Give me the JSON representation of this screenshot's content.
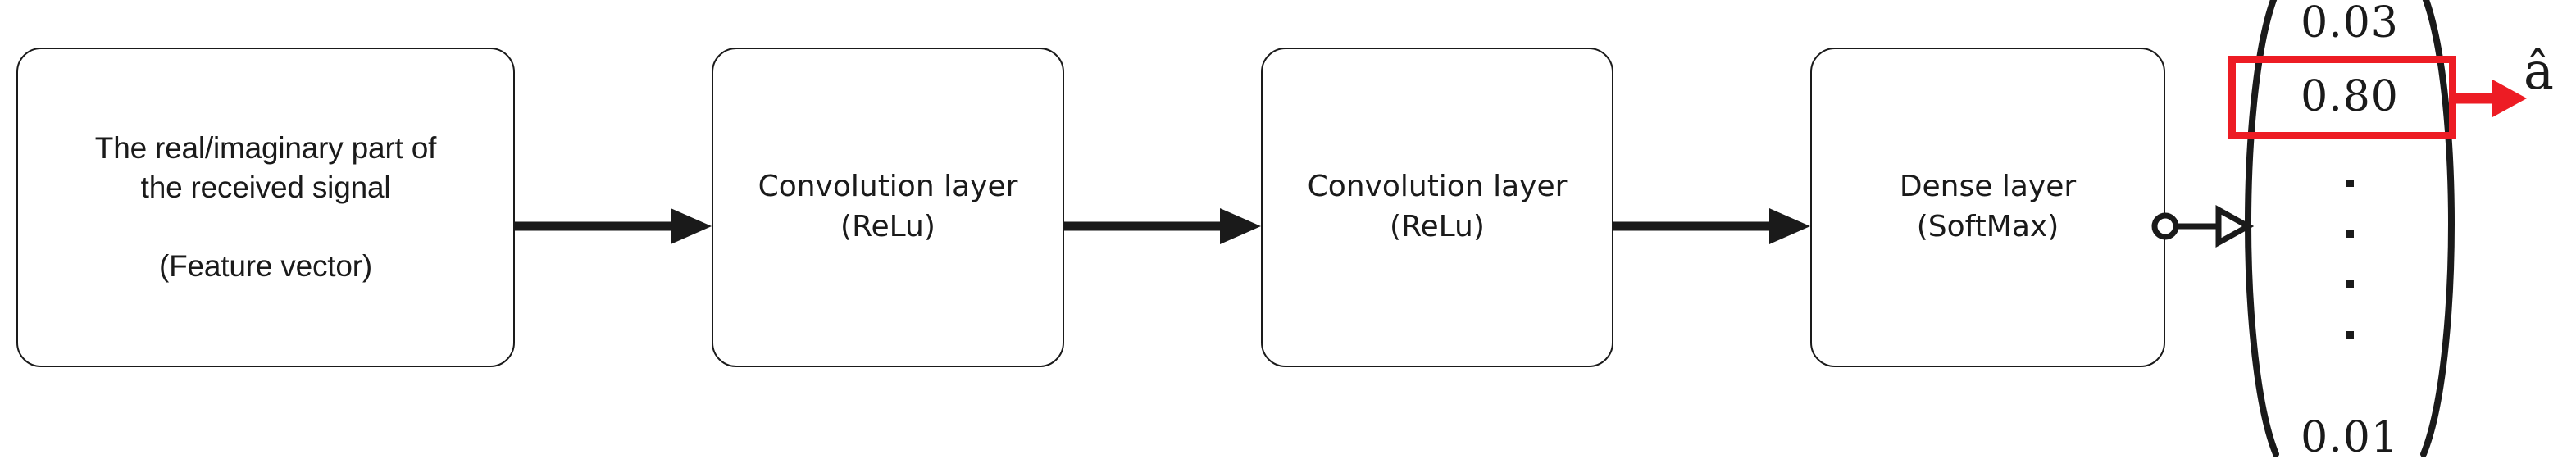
{
  "diagram": {
    "title": "CNN classifier block diagram",
    "colors": {
      "accent_red": "#ED1C24",
      "stroke_black": "#1A1A1A",
      "background": "#FFFFFF"
    },
    "nodes": [
      {
        "id": "input",
        "label": "The real/imaginary part of\nthe received signal\n\n(Feature vector)"
      },
      {
        "id": "conv1",
        "label": "Convolution layer\n(ReLu)"
      },
      {
        "id": "conv2",
        "label": "Convolution layer\n(ReLu)"
      },
      {
        "id": "dense",
        "label": "Dense layer\n(SoftMax)"
      }
    ],
    "connectors": [
      {
        "id": "input-to-conv1",
        "style": "solid-filled-arrow"
      },
      {
        "id": "conv1-to-conv2",
        "style": "solid-filled-arrow"
      },
      {
        "id": "conv2-to-dense",
        "style": "solid-filled-arrow"
      },
      {
        "id": "dense-to-vector",
        "style": "circle-hollow-arrow"
      }
    ],
    "output_vector": {
      "top_value": "0.03",
      "highlighted_value": "0.80",
      "bottom_value": "0.01",
      "ellipsis_dots": 4
    },
    "output_symbol": "â"
  }
}
